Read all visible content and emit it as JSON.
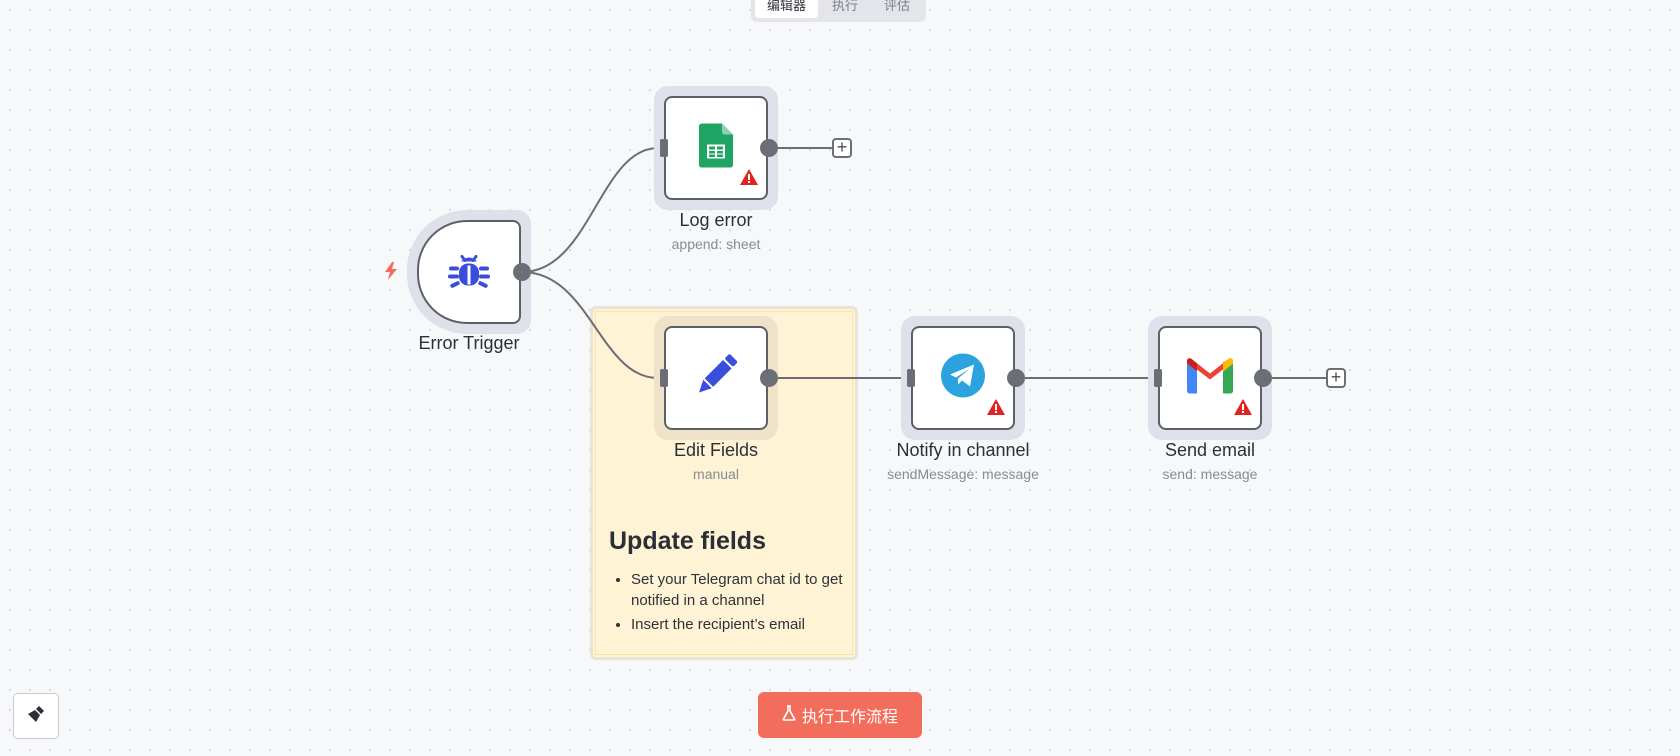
{
  "tabs": [
    {
      "label": "编辑器",
      "active": true
    },
    {
      "label": "执行",
      "active": false
    },
    {
      "label": "评估",
      "active": false
    }
  ],
  "nodes": {
    "error_trigger": {
      "title": "Error Trigger",
      "icon": "bug-icon",
      "color": "#3b4ddb"
    },
    "log_error": {
      "title": "Log error",
      "subtitle": "append: sheet",
      "icon": "google-sheets-icon",
      "color": "#1fa463",
      "warning": true
    },
    "edit_fields": {
      "title": "Edit Fields",
      "subtitle": "manual",
      "icon": "pencil-icon",
      "color": "#3b4ddb"
    },
    "notify": {
      "title": "Notify in channel",
      "subtitle": "sendMessage: message",
      "icon": "telegram-icon",
      "color": "#2aa3df",
      "warning": true
    },
    "send_email": {
      "title": "Send email",
      "subtitle": "send: message",
      "icon": "gmail-icon",
      "warning": true
    }
  },
  "sticky_note": {
    "title": "Update fields",
    "items": [
      "Set your Telegram chat id to get notified in a channel",
      "Insert the recipient’s email"
    ]
  },
  "toolbar": {
    "execute_label": "执行工作流程",
    "execute_color": "#f26d5b",
    "tidy_icon": "broom-icon"
  },
  "colors": {
    "canvas_bg": "#f7f8fa",
    "edge": "#6c6e75",
    "warning": "#e02424",
    "sticky_bg": "#fff3d6"
  }
}
